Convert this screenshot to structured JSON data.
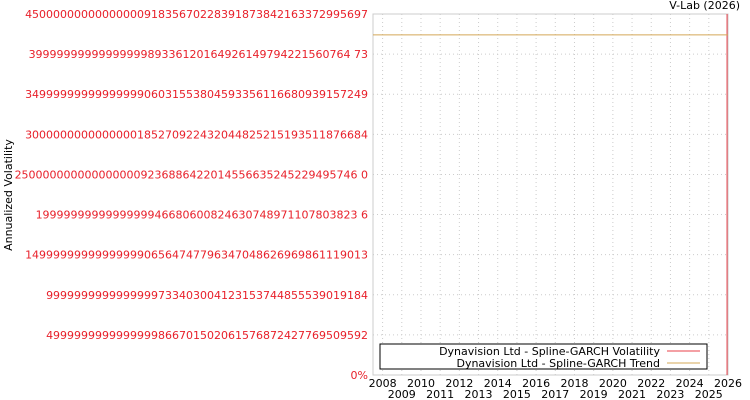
{
  "credit": "V-Lab (2026)",
  "chart_data": {
    "type": "line",
    "title": "",
    "xlabel": "",
    "ylabel": "Annualized Volatility",
    "xlim": [
      2007.5,
      2026
    ],
    "ylim": [
      0,
      45
    ],
    "grid": true,
    "legend_placement": "bottom",
    "x_ticks": [
      "2008",
      "2009",
      "2010",
      "2011",
      "2012",
      "2013",
      "2014",
      "2015",
      "2016",
      "2017",
      "2018",
      "2019",
      "2020",
      "2021",
      "2022",
      "2023",
      "2024",
      "2025",
      "2026"
    ],
    "y_ticks": [
      {
        "value": 0,
        "label": "0%"
      },
      {
        "value": 5,
        "label": "4999999999999999866701502061576872427769509592"
      },
      {
        "value": 10,
        "label": "9999999999999999733403004123153744855539019184"
      },
      {
        "value": 15,
        "label": "1499999999999999906564747796347048626969861119013"
      },
      {
        "value": 20,
        "label": "1999999999999999946680600824630748971107803823 6"
      },
      {
        "value": 25,
        "label": "2500000000000000009236886422014556635245229495746 0"
      },
      {
        "value": 30,
        "label": "3000000000000000185270922432044825215193511876684"
      },
      {
        "value": 35,
        "label": "3499999999999999906031553804593356116680939157249"
      },
      {
        "value": 40,
        "label": "3999999999999999989336120164926149794221560764 73"
      },
      {
        "value": 45,
        "label": "4500000000000000091835670228391873842163372995697"
      }
    ],
    "series": [
      {
        "name": "Dynavision Ltd - Spline-GARCH Volatility",
        "color": "#e8414a",
        "points": [
          [
            2025.95,
            0
          ],
          [
            2025.95,
            45
          ]
        ]
      },
      {
        "name": "Dynavision Ltd - Spline-GARCH Trend",
        "color": "#d4a857",
        "points": [
          [
            2007.5,
            42.4
          ],
          [
            2026,
            42.4
          ]
        ]
      }
    ]
  }
}
